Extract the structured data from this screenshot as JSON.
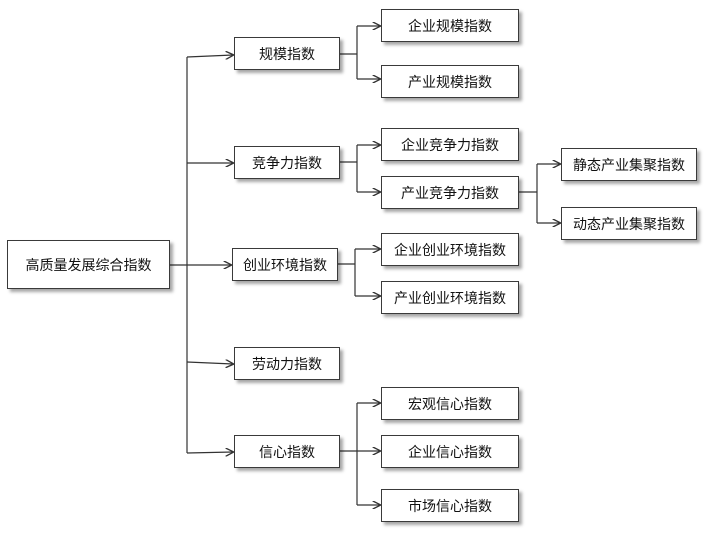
{
  "diagram": {
    "root": "高质量发展综合指数",
    "level1": {
      "scale": "规模指数",
      "competitiveness": "竞争力指数",
      "entrepreneurship": "创业环境指数",
      "labor": "劳动力指数",
      "confidence": "信心指数"
    },
    "level2": {
      "enterprise_scale": "企业规模指数",
      "industry_scale": "产业规模指数",
      "enterprise_competitiveness": "企业竞争力指数",
      "industry_competitiveness": "产业竞争力指数",
      "enterprise_entrepreneurship": "企业创业环境指数",
      "industry_entrepreneurship": "产业创业环境指数",
      "macro_confidence": "宏观信心指数",
      "enterprise_confidence": "企业信心指数",
      "market_confidence": "市场信心指数"
    },
    "level3": {
      "static_cluster": "静态产业集聚指数",
      "dynamic_cluster": "动态产业集聚指数"
    },
    "colors": {
      "border": "#3a3a3a",
      "line": "#333333",
      "background": "#ffffff",
      "text": "#111111"
    }
  }
}
